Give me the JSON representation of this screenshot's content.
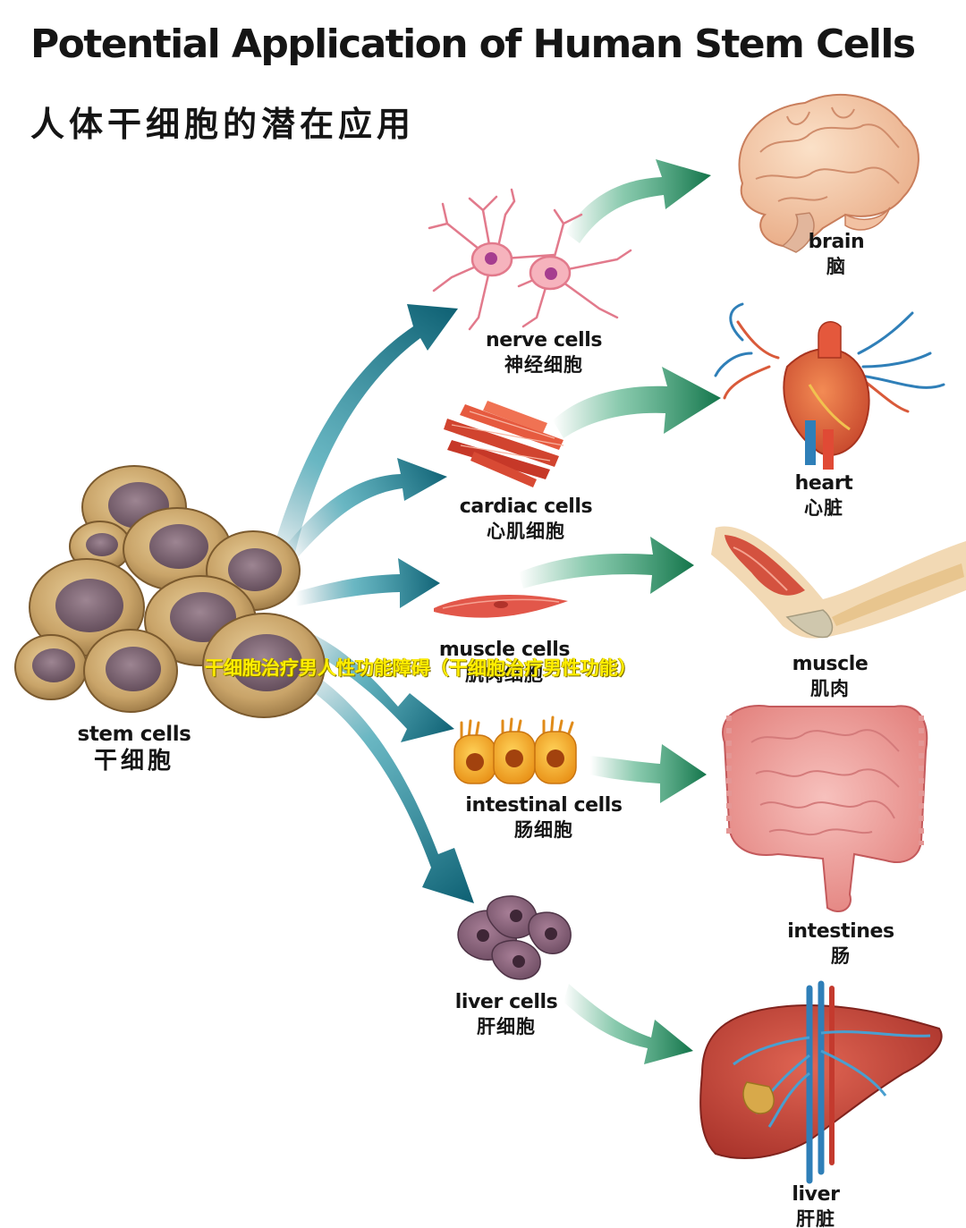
{
  "title": "Potential Application of Human Stem Cells",
  "subtitle": "人体干细胞的潜在应用",
  "overlay_caption": "干细胞治疗男人性功能障碍（干细胞治疗男性功能）",
  "source": {
    "en": "stem cells",
    "zh": "干细胞"
  },
  "cell_types": [
    {
      "en": "nerve cells",
      "zh": "神经细胞",
      "icon": "nerve-cells-icon"
    },
    {
      "en": "cardiac cells",
      "zh": "心肌细胞",
      "icon": "cardiac-cells-icon"
    },
    {
      "en": "muscle cells",
      "zh": "肌肉细胞",
      "icon": "muscle-cells-icon"
    },
    {
      "en": "intestinal cells",
      "zh": "肠细胞",
      "icon": "intestinal-cells-icon"
    },
    {
      "en": "liver cells",
      "zh": "肝细胞",
      "icon": "liver-cells-icon"
    }
  ],
  "organs": [
    {
      "en": "brain",
      "zh": "脑",
      "icon": "brain-icon"
    },
    {
      "en": "heart",
      "zh": "心脏",
      "icon": "heart-icon"
    },
    {
      "en": "muscle",
      "zh": "肌肉",
      "icon": "arm-muscle-icon"
    },
    {
      "en": "intestines",
      "zh": "肠",
      "icon": "intestines-icon"
    },
    {
      "en": "liver",
      "zh": "肝脏",
      "icon": "liver-icon"
    }
  ],
  "colors": {
    "arrow_teal": "#0e6b7f",
    "arrow_green": "#1f8a5b",
    "stem_cell": "#c9a469",
    "nucleus": "#6e5566",
    "title": "#151515",
    "overlay_text": "#ffee00"
  }
}
